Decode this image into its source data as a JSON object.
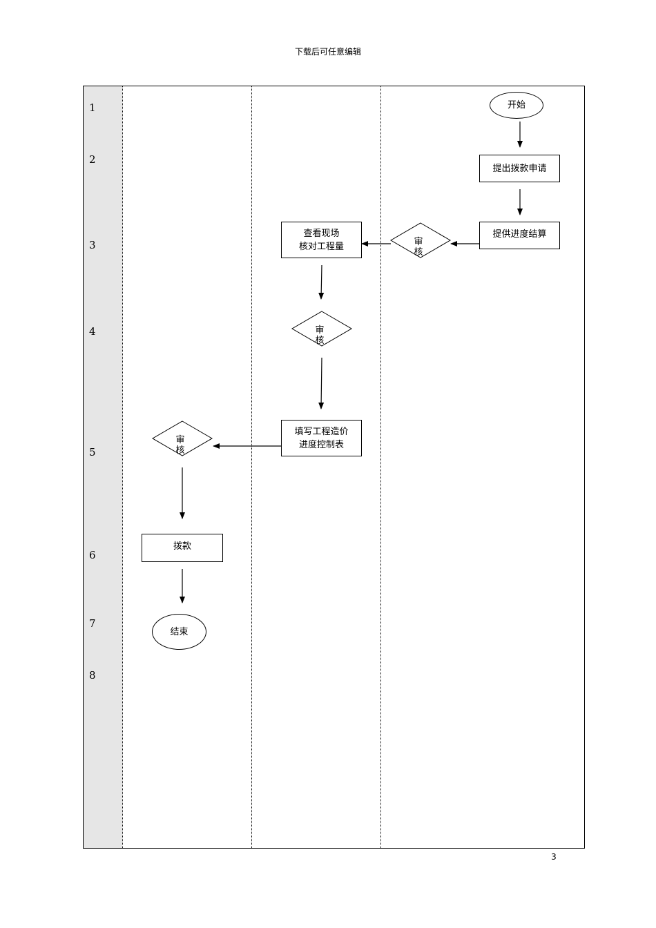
{
  "header": {
    "text": "下载后可任意编辑"
  },
  "page_number": "3",
  "rows": [
    "1",
    "2",
    "3",
    "4",
    "5",
    "6",
    "7",
    "8"
  ],
  "nodes": {
    "start": "开始",
    "submit_request": "提出拨款申请",
    "provide_settlement": "提供进度结算",
    "review_1": "审\n核",
    "inspect_site": "查看现场\n核对工程量",
    "review_2": "审\n核",
    "fill_form": "填写工程造价\n进度控制表",
    "review_3": "审\n核",
    "disburse": "拨款",
    "end": "结束"
  }
}
